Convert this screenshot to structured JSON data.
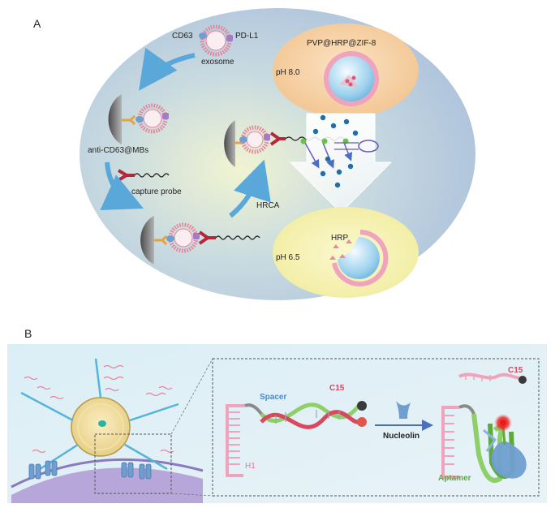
{
  "panel_a": {
    "panel_label": "A",
    "labels": {
      "cd63": "CD63",
      "pdl1": "PD-L1",
      "exosome": "exosome",
      "particle": "PVP@HRP@ZIF-8",
      "ph_high": "pH 8.0",
      "beads": "anti-CD63@MBs",
      "capture_probe": "capture probe",
      "hrca": "HRCA",
      "hrp": "HRP",
      "ph_low": "pH 6.5"
    }
  },
  "panel_b": {
    "panel_label": "B",
    "labels": {
      "spacer": "Spacer",
      "c15": "C15",
      "c15_released": "C15",
      "h1": "H1",
      "nucleolin": "Nucleolin",
      "aptamer": "Aptamer"
    }
  },
  "colors": {
    "membrane": "#e8829a",
    "probe_red": "#b5283c",
    "aptamer_green": "#8fcf6a",
    "protein_blue": "#6f9fd0",
    "arrow_blue": "#5aa7d9",
    "bead_gray": "#8a8a8a"
  }
}
